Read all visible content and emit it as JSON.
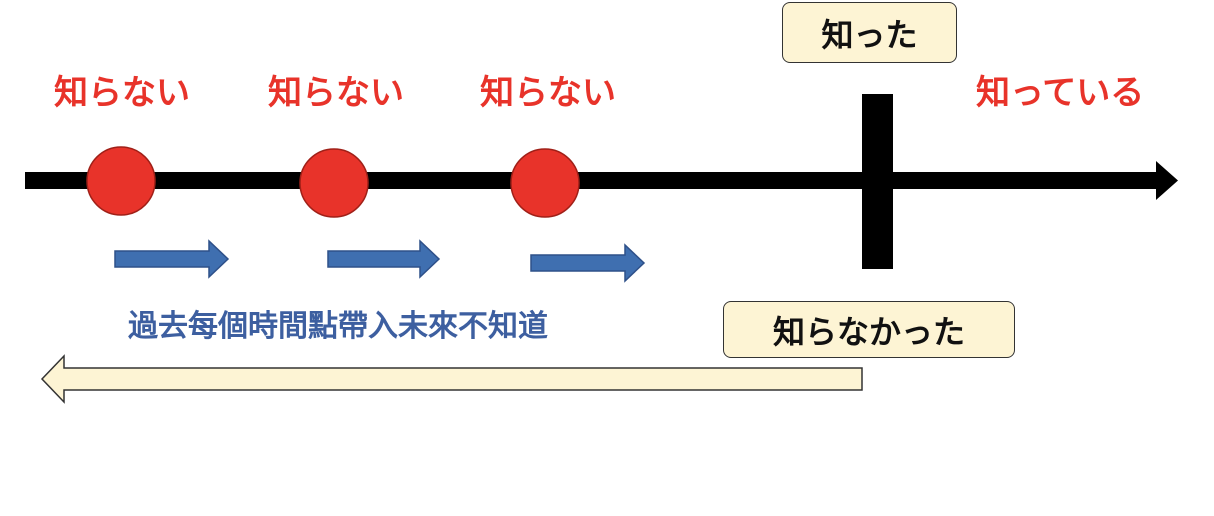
{
  "labels": {
    "past_unknown": [
      "知らない",
      "知らない",
      "知らない"
    ],
    "present_known": "知っている",
    "moment_learned": "知った",
    "did_not_know": "知らなかった",
    "caption": "過去每個時間點帶入未來不知道"
  },
  "colors": {
    "red_text": "#e8332a",
    "dot_fill": "#e8332a",
    "timeline": "#000000",
    "blue_arrow": "#3f6fb0",
    "blue_arrow_stroke": "#2e5089",
    "cream": "#fdf4d4",
    "caption_text": "#3d5fa0"
  },
  "icons": {
    "timeline_end": "arrowhead-right-icon",
    "forward_arrows": "arrow-right-icon",
    "back_arrow": "arrow-left-icon",
    "marker": "vertical-bar"
  }
}
